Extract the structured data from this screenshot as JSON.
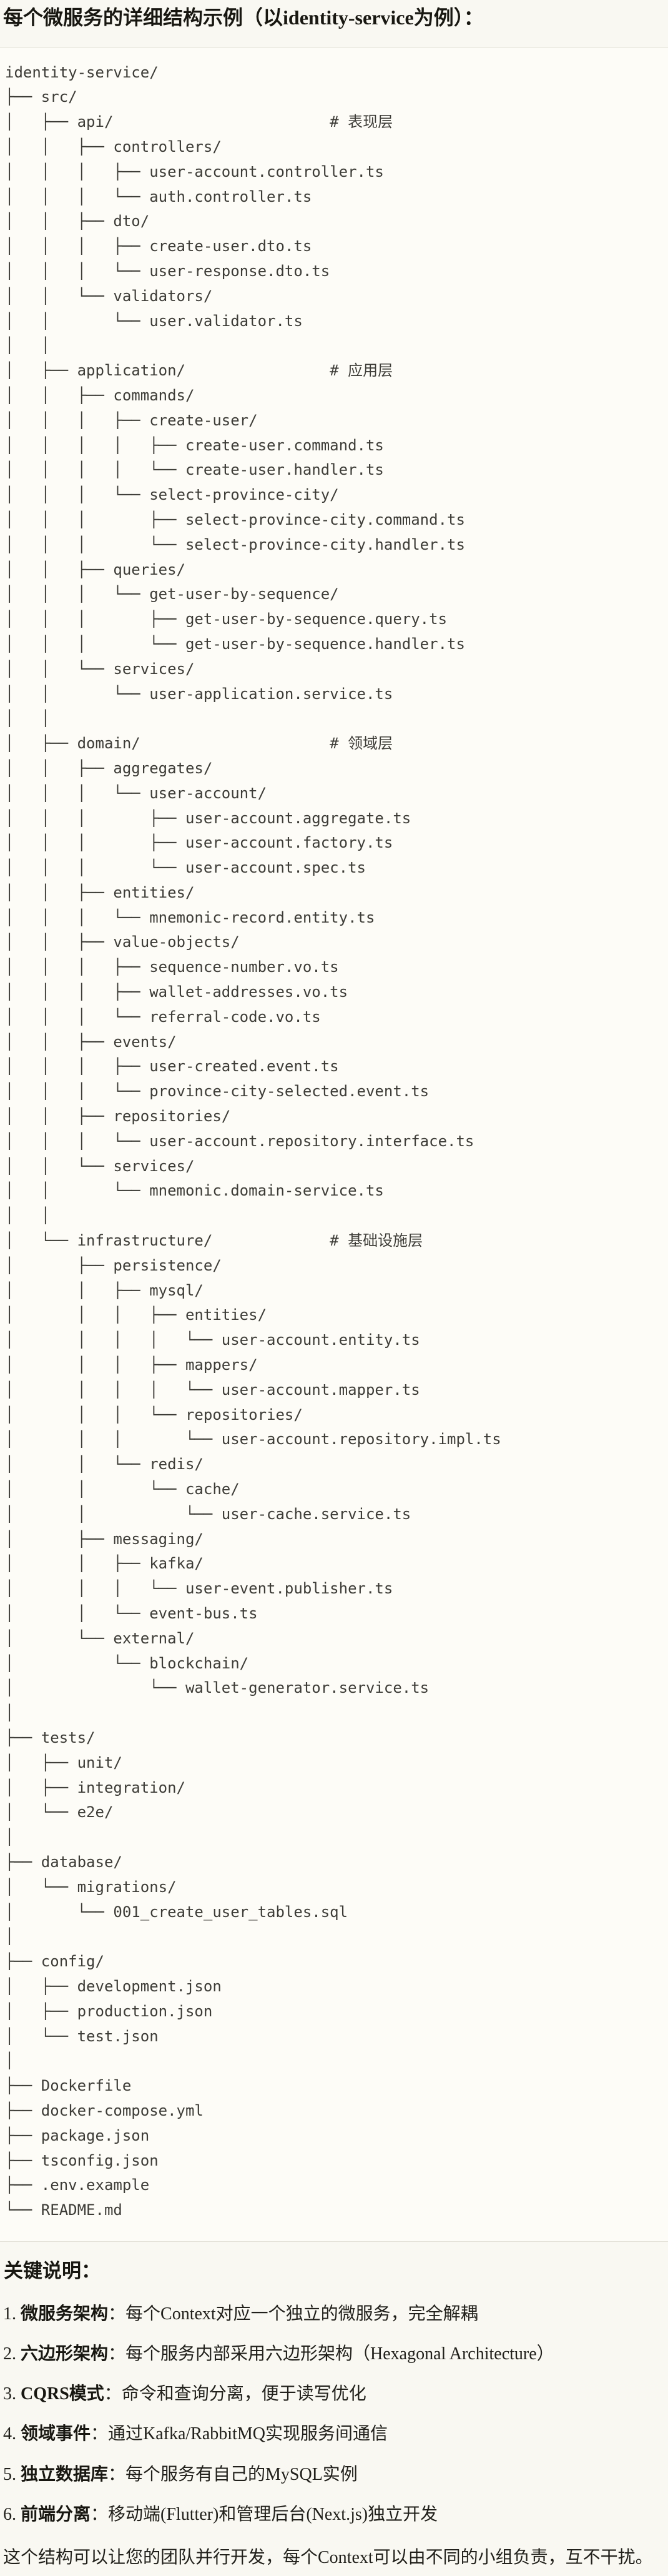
{
  "page": {
    "title": "每个微服务的详细结构示例（以identity-service为例）："
  },
  "tree": {
    "text": "identity-service/\n├── src/\n│   ├── api/                        # 表现层\n│   │   ├── controllers/\n│   │   │   ├── user-account.controller.ts\n│   │   │   └── auth.controller.ts\n│   │   ├── dto/\n│   │   │   ├── create-user.dto.ts\n│   │   │   └── user-response.dto.ts\n│   │   └── validators/\n│   │       └── user.validator.ts\n│   │\n│   ├── application/                # 应用层\n│   │   ├── commands/\n│   │   │   ├── create-user/\n│   │   │   │   ├── create-user.command.ts\n│   │   │   │   └── create-user.handler.ts\n│   │   │   └── select-province-city/\n│   │   │       ├── select-province-city.command.ts\n│   │   │       └── select-province-city.handler.ts\n│   │   ├── queries/\n│   │   │   └── get-user-by-sequence/\n│   │   │       ├── get-user-by-sequence.query.ts\n│   │   │       └── get-user-by-sequence.handler.ts\n│   │   └── services/\n│   │       └── user-application.service.ts\n│   │\n│   ├── domain/                     # 领域层\n│   │   ├── aggregates/\n│   │   │   └── user-account/\n│   │   │       ├── user-account.aggregate.ts\n│   │   │       ├── user-account.factory.ts\n│   │   │       └── user-account.spec.ts\n│   │   ├── entities/\n│   │   │   └── mnemonic-record.entity.ts\n│   │   ├── value-objects/\n│   │   │   ├── sequence-number.vo.ts\n│   │   │   ├── wallet-addresses.vo.ts\n│   │   │   └── referral-code.vo.ts\n│   │   ├── events/\n│   │   │   ├── user-created.event.ts\n│   │   │   └── province-city-selected.event.ts\n│   │   ├── repositories/\n│   │   │   └── user-account.repository.interface.ts\n│   │   └── services/\n│   │       └── mnemonic.domain-service.ts\n│   │\n│   └── infrastructure/             # 基础设施层\n│       ├── persistence/\n│       │   ├── mysql/\n│       │   │   ├── entities/\n│       │   │   │   └── user-account.entity.ts\n│       │   │   ├── mappers/\n│       │   │   │   └── user-account.mapper.ts\n│       │   │   └── repositories/\n│       │   │       └── user-account.repository.impl.ts\n│       │   └── redis/\n│       │       └── cache/\n│       │           └── user-cache.service.ts\n│       ├── messaging/\n│       │   ├── kafka/\n│       │   │   └── user-event.publisher.ts\n│       │   └── event-bus.ts\n│       └── external/\n│           └── blockchain/\n│               └── wallet-generator.service.ts\n│\n├── tests/\n│   ├── unit/\n│   ├── integration/\n│   └── e2e/\n│\n├── database/\n│   └── migrations/\n│       └── 001_create_user_tables.sql\n│\n├── config/\n│   ├── development.json\n│   ├── production.json\n│   └── test.json\n│\n├── Dockerfile\n├── docker-compose.yml\n├── package.json\n├── tsconfig.json\n├── .env.example\n└── README.md"
  },
  "notes": {
    "title": "关键说明：",
    "items": [
      {
        "num": "1.",
        "label": "微服务架构",
        "text": "：每个Context对应一个独立的微服务，完全解耦"
      },
      {
        "num": "2.",
        "label": "六边形架构",
        "text": "：每个服务内部采用六边形架构（Hexagonal Architecture）"
      },
      {
        "num": "3.",
        "label": "CQRS模式",
        "text": "：命令和查询分离，便于读写优化"
      },
      {
        "num": "4.",
        "label": "领域事件",
        "text": "：通过Kafka/RabbitMQ实现服务间通信"
      },
      {
        "num": "5.",
        "label": "独立数据库",
        "text": "：每个服务有自己的MySQL实例"
      },
      {
        "num": "6.",
        "label": "前端分离",
        "text": "：移动端(Flutter)和管理后台(Next.js)独立开发"
      }
    ],
    "footer": "这个结构可以让您的团队并行开发，每个Context可以由不同的小组负责，互不干扰。"
  },
  "colors": {
    "page_background": "#f9f8f2",
    "code_background": "#fdfcf7",
    "border": "#e5e3da",
    "heading_text": "#181711",
    "tree_text": "#3d3c37",
    "body_text": "#21201b"
  }
}
